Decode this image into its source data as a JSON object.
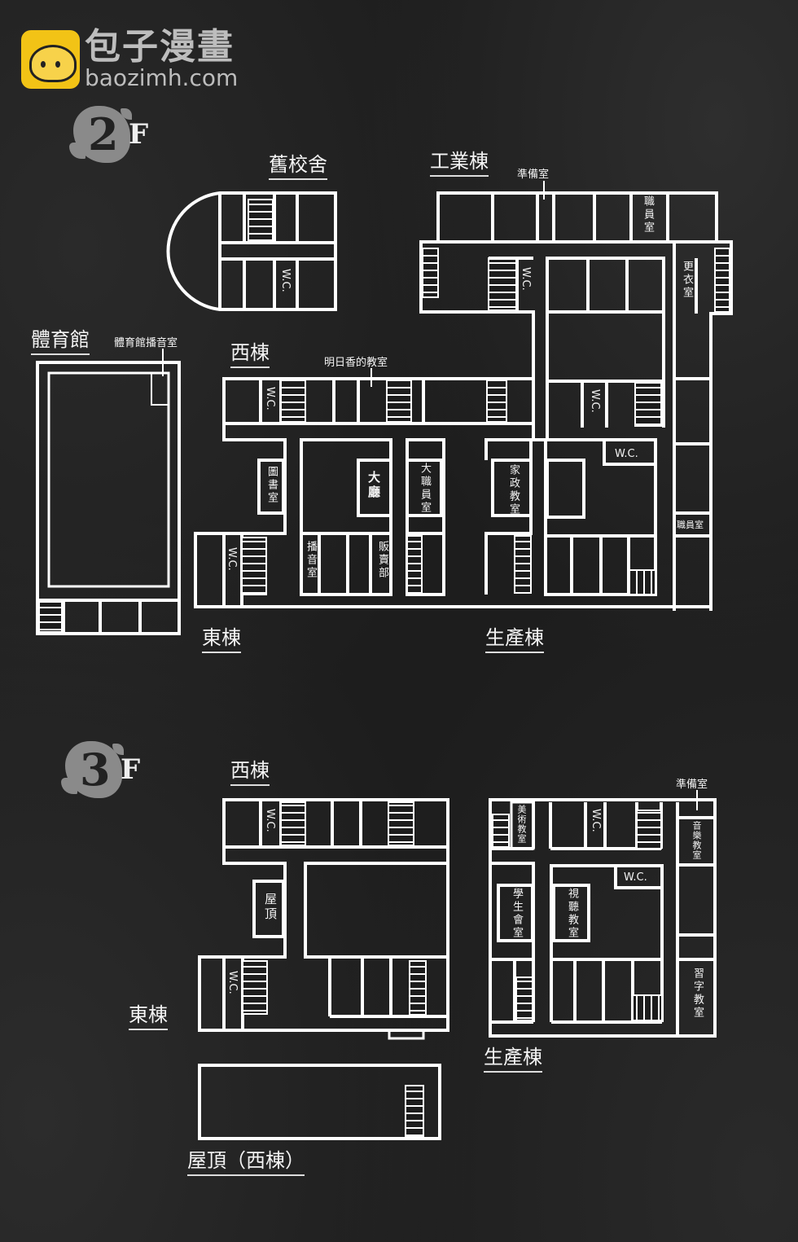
{
  "watermark": {
    "site_name": "包子漫畫",
    "url": "baozimh.com",
    "brand_color": "#f2c316"
  },
  "floor2": {
    "floor_number": "2",
    "floor_suffix": "F",
    "buildings": {
      "old_building": "舊校舍",
      "industry": "工業棟",
      "west": "西棟",
      "east": "東棟",
      "production": "生產棟",
      "gym": "體育館"
    },
    "rooms": {
      "prep_room": "準備室",
      "staff_room": "職員室",
      "changing_room": "更衣室",
      "gym_broadcast": "體育館播音室",
      "asuka_classroom": "明日香的教室",
      "library": "圖書室",
      "hall": "大廳",
      "big_staff_room": "大職員室",
      "home_ec": "家政教室",
      "broadcast": "播音室",
      "shop": "販賣部",
      "staff_room_2": "職員室",
      "wc": "W.C."
    }
  },
  "floor3": {
    "floor_number": "3",
    "floor_suffix": "F",
    "buildings": {
      "west": "西棟",
      "east": "東棟",
      "production": "生產棟",
      "rooftop_west": "屋頂（西棟）"
    },
    "rooms": {
      "rooftop": "屋頂",
      "prep_room": "準備室",
      "art": "美術教室",
      "music": "音樂教室",
      "student_council": "學生會室",
      "av_room": "視聽教室",
      "calligraphy": "習字教室",
      "wc": "W.C."
    }
  }
}
